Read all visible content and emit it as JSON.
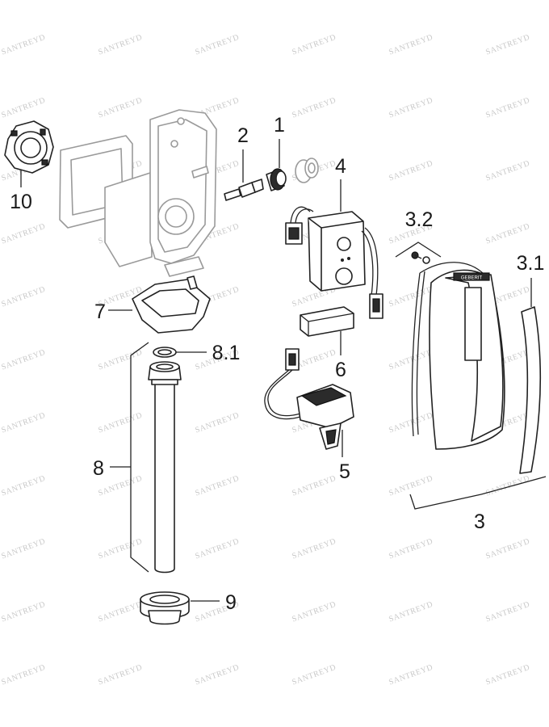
{
  "watermark": "SANTREYD",
  "brand_mark": "GEBERIT",
  "labels": {
    "p1": "1",
    "p2": "2",
    "p3": "3",
    "p31": "3.1",
    "p32": "3.2",
    "p4": "4",
    "p5": "5",
    "p6": "6",
    "p7": "7",
    "p8": "8",
    "p81": "8.1",
    "p9": "9",
    "p10": "10"
  },
  "colors": {
    "line": "#222222",
    "ghost": "#9a9a9a",
    "watermark": "#c9c9c9"
  }
}
